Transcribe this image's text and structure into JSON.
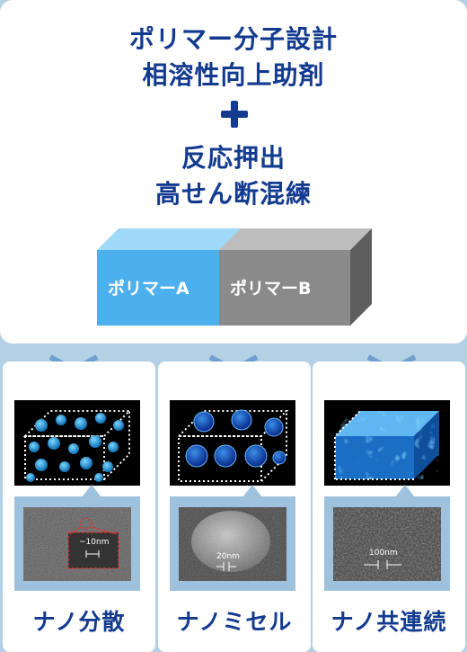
{
  "top_panel": {
    "line1": "ポリマー分子設計",
    "line2": "相溶性向上助剤",
    "line3": "反応押出",
    "line4": "高せん断混練",
    "block_a_label": "ポリマーA",
    "block_b_label": "ポリマーB"
  },
  "columns": [
    {
      "caption": "ナノ分散",
      "scale_label": "~10nm"
    },
    {
      "caption": "ナノミセル",
      "scale_label": "20nm"
    },
    {
      "caption": "ナノ共連続",
      "scale_label": "100nm"
    }
  ],
  "colors": {
    "background": "#b3d0e5",
    "heading": "#123a8f",
    "polymer_a": "#4db0ee",
    "polymer_b": "#8a8a8a"
  }
}
